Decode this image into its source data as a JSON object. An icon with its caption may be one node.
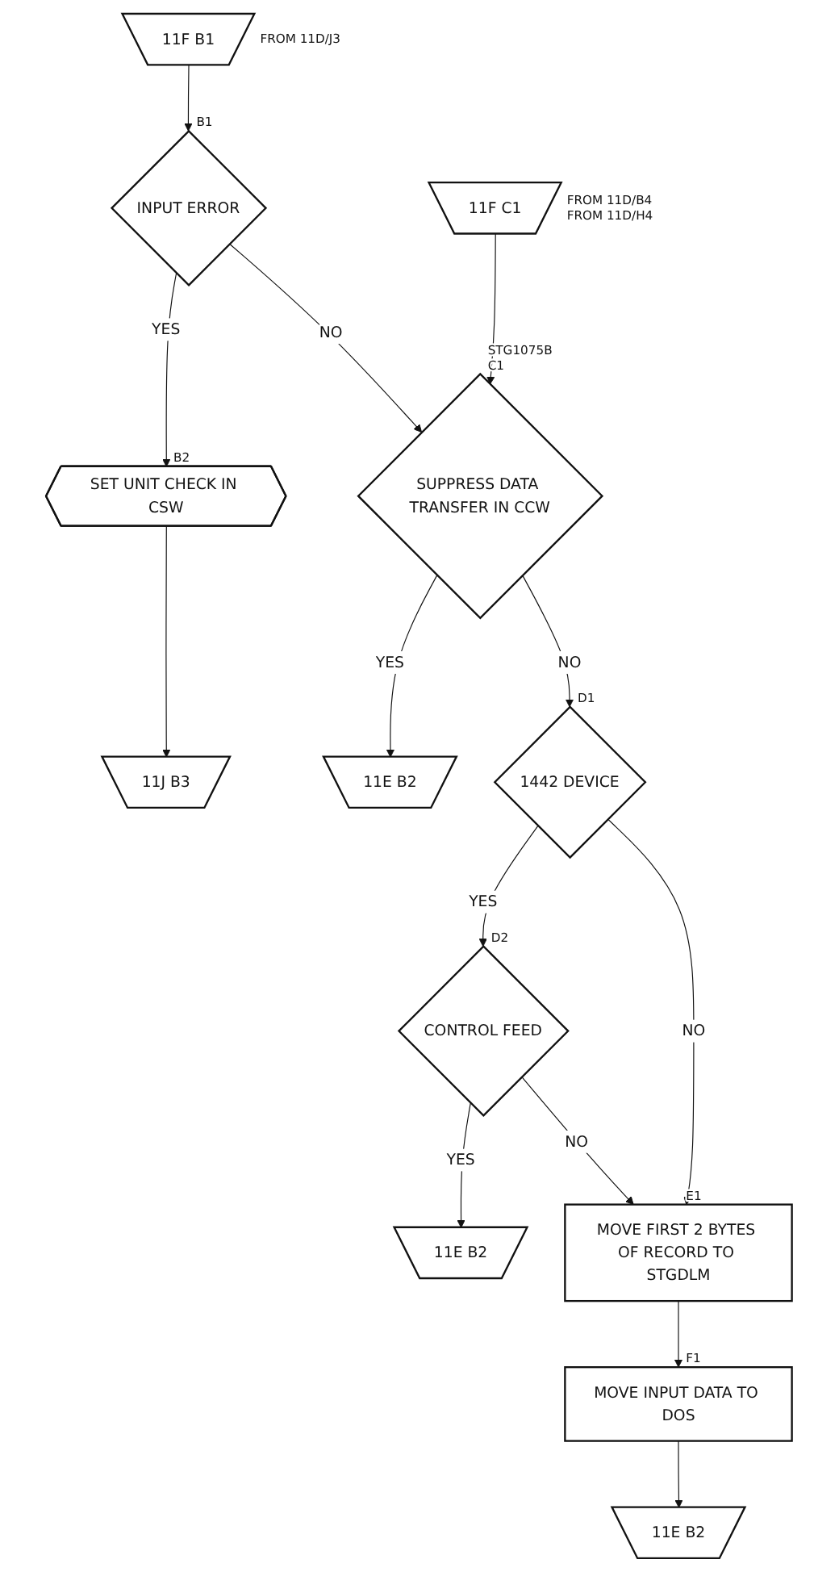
{
  "diagram": {
    "nodes": [
      {
        "text": [
          "11F B1"
        ],
        "beside": [
          "FROM 11D/J3"
        ]
      },
      {
        "text": [
          "INPUT ERROR"
        ],
        "beside": [
          "B1"
        ]
      },
      {
        "text": [
          "SET UNIT CHECK IN CSW"
        ],
        "beside": [
          "B2"
        ]
      },
      {
        "text": [
          "11J B3"
        ]
      },
      {
        "text": [
          "11F C1"
        ],
        "beside": [
          "FROM 11D/B4",
          "FROM 11D/H4"
        ]
      },
      {
        "text": [
          "SUPPRESS DATA TRANSFER IN CCW"
        ],
        "beside": [
          "STG1075B",
          "C1"
        ]
      },
      {
        "text": [
          "11E B2"
        ]
      },
      {
        "text": [
          "1442 DEVICE"
        ],
        "beside": [
          "D1"
        ]
      },
      {
        "text": [
          "CONTROL FEED"
        ],
        "beside": [
          "D2"
        ]
      },
      {
        "text": [
          "11E B2"
        ]
      },
      {
        "text": [
          "MOVE FIRST 2 BYTES OF RECORD TO STGDLM"
        ],
        "beside": [
          "E1"
        ]
      },
      {
        "text": [
          "MOVE INPUT DATA TO DOS"
        ],
        "beside": [
          "F1"
        ]
      },
      {
        "text": [
          "11E B2"
        ]
      }
    ],
    "edges": [
      {
        "from": 0,
        "to": 1,
        "arrow": "to"
      },
      {
        "from": 1,
        "to": 2,
        "label": "YES",
        "arrow": "to"
      },
      {
        "from": 2,
        "to": 3,
        "arrow": "to"
      },
      {
        "from": 1,
        "to": 5,
        "label": "NO",
        "arrow": "to"
      },
      {
        "from": 4,
        "to": 5,
        "arrow": "to"
      },
      {
        "from": 5,
        "to": 6,
        "label": "YES",
        "arrow": "to"
      },
      {
        "from": 5,
        "to": 7,
        "label": "NO",
        "arrow": "to"
      },
      {
        "from": 7,
        "to": 8,
        "label": "YES",
        "arrow": "to"
      },
      {
        "from": 8,
        "to": 9,
        "label": "YES",
        "arrow": "to"
      },
      {
        "from": 7,
        "to": 10,
        "label": "NO",
        "arrow": "to"
      },
      {
        "from": 8,
        "to": 10,
        "label": "NO",
        "arrow": "to"
      },
      {
        "from": 10,
        "to": 11,
        "arrow": "to"
      },
      {
        "from": 11,
        "to": 12,
        "arrow": "to"
      }
    ]
  }
}
